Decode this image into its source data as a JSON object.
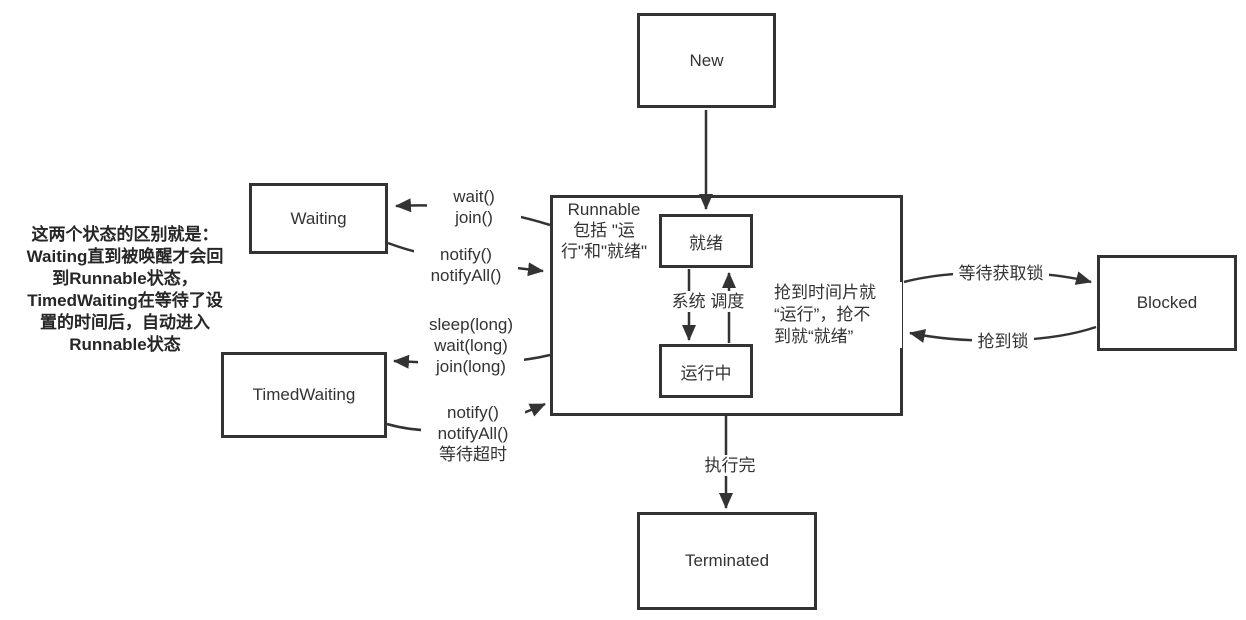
{
  "colors": {
    "line": "#333333",
    "text": "#333333",
    "annotation_text": "#262626",
    "background": "#ffffff"
  },
  "annotation": {
    "text": "这两个状态的区别就是：\nWaiting直到被唤醒才会回\n到Runnable状态，\nTimedWaiting在等待了设\n置的时间后，自动进入\nRunnable状态"
  },
  "states": {
    "new": {
      "label": "New"
    },
    "waiting": {
      "label": "Waiting"
    },
    "timed_waiting": {
      "label": "TimedWaiting"
    },
    "runnable": {
      "note": "Runnable\n包括 \"运\n行\"和\"就绪\""
    },
    "ready": {
      "label": "就绪"
    },
    "running": {
      "label": "运行中"
    },
    "blocked": {
      "label": "Blocked"
    },
    "terminated": {
      "label": "Terminated"
    }
  },
  "transitions": {
    "wait_join": "wait()\njoin()",
    "notify_from_waiting": "notify()\nnotifyAll()",
    "sleep_wait_join_long": "sleep(long)\nwait(long)\njoin(long)",
    "notify_timeout": "notify()\nnotifyAll()\n等待超时",
    "wait_for_lock": "等待获取锁",
    "got_lock": "抢到锁",
    "system_scheduling": "系统 调度",
    "timeslice_note": "抢到时间片就\n“运行”，抢不\n到就“就绪”",
    "finish": "执行完"
  }
}
